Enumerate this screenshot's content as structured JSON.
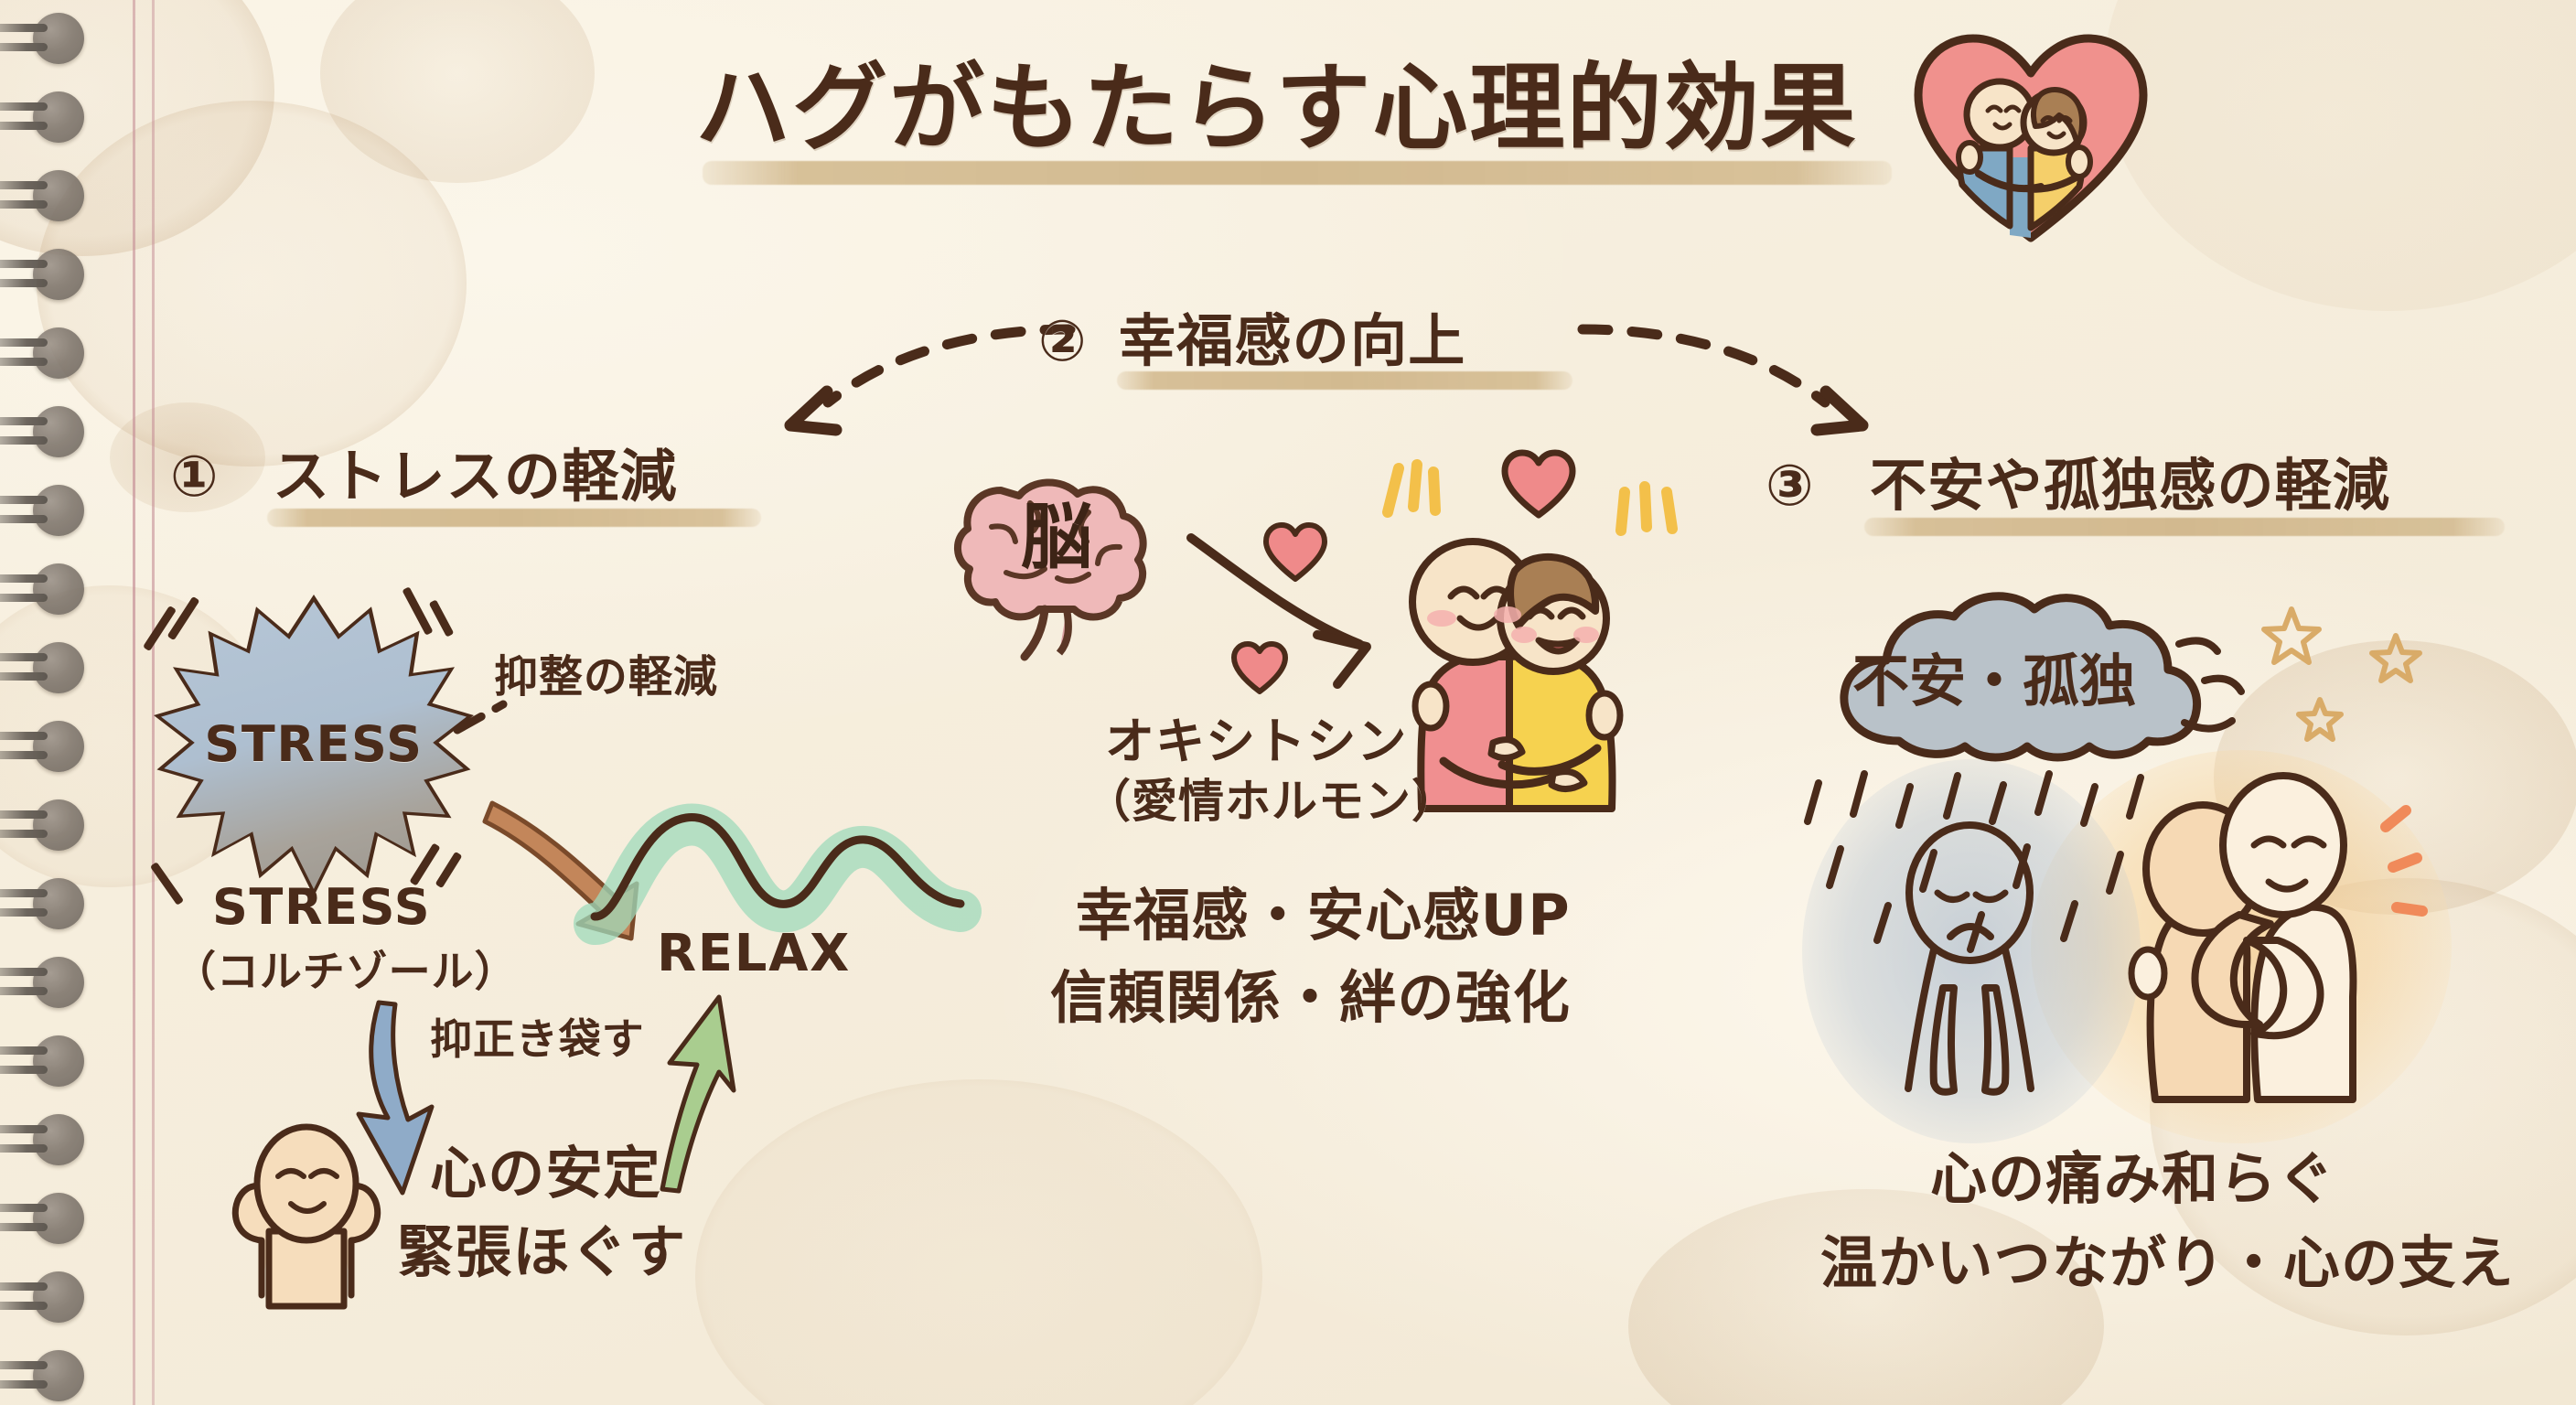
{
  "page": {
    "title": "ハグがもたらす心理的効果",
    "background_color": "#f6eedd",
    "ink_color": "#4a2b1a",
    "highlight_color": "#d4bc92"
  },
  "header": {
    "title": "ハグがもたらす心理的効果",
    "logo_icon": "heart-hugging-couple-icon"
  },
  "flow_arrows": {
    "left_arrow_icon": "dashed-curve-arrow-left-icon",
    "right_arrow_icon": "dashed-curve-arrow-right-icon"
  },
  "sections": [
    {
      "number": "①",
      "heading": "ストレスの軽減",
      "burst_label": "STRESS",
      "arrow_label": "抑整の軽減",
      "stress_caption_line1": "STRESS",
      "stress_caption_line2": "（コルチゾール）",
      "relax_label": "RELAX",
      "middle_label": "抑正き袋す",
      "outcome_line1": "心の安定",
      "outcome_line2": "緊張ほぐす",
      "icons": {
        "burst": "stress-burst-icon",
        "transition_arrow": "brown-curved-arrow-icon",
        "relax_wave": "relax-wave-icon",
        "down_arrow": "blue-down-arrow-icon",
        "up_arrow": "green-up-arrow-icon",
        "person": "relaxed-person-icon"
      },
      "colors": {
        "burst_fill": "#aebfd0",
        "burst_shadow": "#9b958c",
        "arrow": "#c0865a",
        "wave": "#9ed6b8",
        "down_arrow": "#8aa6c4",
        "up_arrow": "#a6ca8c",
        "skin": "#f5ddc0"
      }
    },
    {
      "number": "②",
      "heading": "幸福感の向上",
      "brain_label": "脳",
      "hormone_line1": "オキシトシン",
      "hormone_line2": "（愛情ホルモン）",
      "outcome_line1": "幸福感・安心感UP",
      "outcome_line2": "信頼関係・絆の強化",
      "icons": {
        "brain": "brain-icon",
        "heart_large": "heart-icon",
        "heart_small": "heart-icon",
        "heart_top": "heart-icon",
        "flow_arrow": "brown-arrow-icon",
        "couple": "happy-hugging-couple-icon",
        "sparkle_left": "sparkle-icon",
        "sparkle_right": "sparkle-icon"
      },
      "colors": {
        "brain_fill": "#efb9b9",
        "heart": "#ef8a8a",
        "person_a_shirt": "#f08f90",
        "person_b_shirt": "#f6d24f",
        "hair": "#a97f54",
        "sparkle": "#f3c04a"
      }
    },
    {
      "number": "③",
      "heading": "不安や孤独感の軽減",
      "cloud_label": "不安・孤独",
      "outcome_line1": "心の痛み和らぐ",
      "outcome_line2": "温かいつながり・心の支え",
      "icons": {
        "cloud": "rain-cloud-icon",
        "rain": "rain-drops-icon",
        "sad_person": "sad-person-icon",
        "hugging_pair": "comforting-hug-icon",
        "star_1": "star-icon",
        "star_2": "star-icon",
        "star_3": "star-icon",
        "glow_lines": "glow-lines-icon"
      },
      "colors": {
        "cloud_fill": "#b9c2c9",
        "rain": "#4a2b1a",
        "sad_aura": "#a9b8c8",
        "warm_glow": "#f5cf92",
        "star": "#e8c274"
      }
    }
  ]
}
